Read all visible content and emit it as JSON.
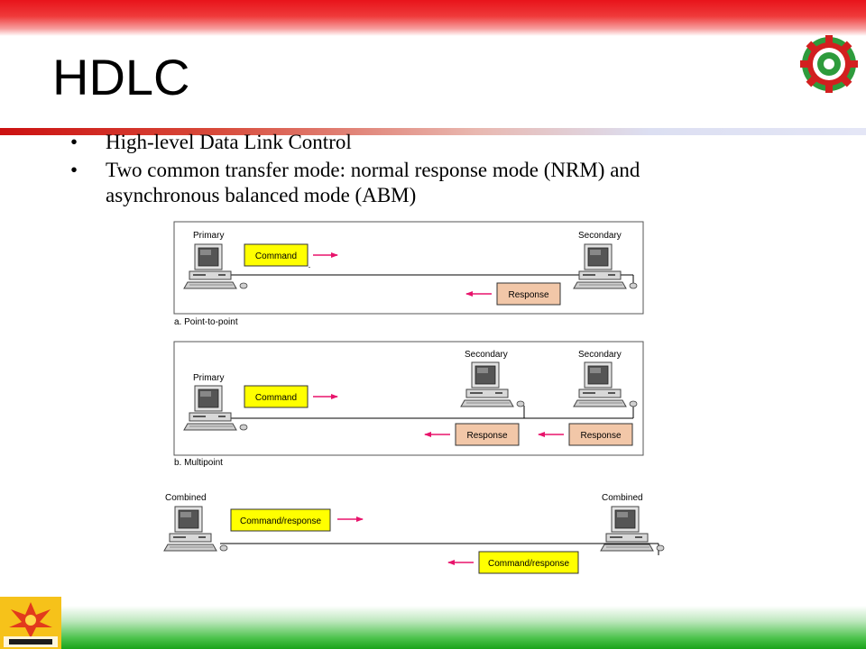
{
  "slide": {
    "title": "HDLC",
    "bullets": [
      {
        "marker": "•",
        "text": "High-level Data Link Control"
      },
      {
        "marker": "•",
        "text": "Two common transfer mode: normal response mode (NRM) and asynchronous balanced mode (ABM)"
      }
    ]
  },
  "diagram": {
    "point_to_point": {
      "caption": "a. Point-to-point",
      "left_station": "Primary",
      "right_station": "Secondary",
      "command_label": "Command",
      "response_label": "Response"
    },
    "multipoint": {
      "caption": "b. Multipoint",
      "left_station": "Primary",
      "secondary_1": "Secondary",
      "secondary_2": "Secondary",
      "command_label": "Command",
      "response_1_label": "Response",
      "response_2_label": "Response"
    },
    "combined": {
      "left_station": "Combined",
      "right_station": "Combined",
      "command_response_1": "Command/response",
      "command_response_2": "Command/response"
    }
  },
  "colors": {
    "command_box": "#ffff00",
    "response_box": "#f2c7a8",
    "arrow": "#e8136b",
    "top_band": "#e8141b",
    "bottom_band": "#1aa31a"
  },
  "logos": {
    "top_right": "gear-emblem-logo",
    "bottom_left": "e-cell-logo"
  }
}
